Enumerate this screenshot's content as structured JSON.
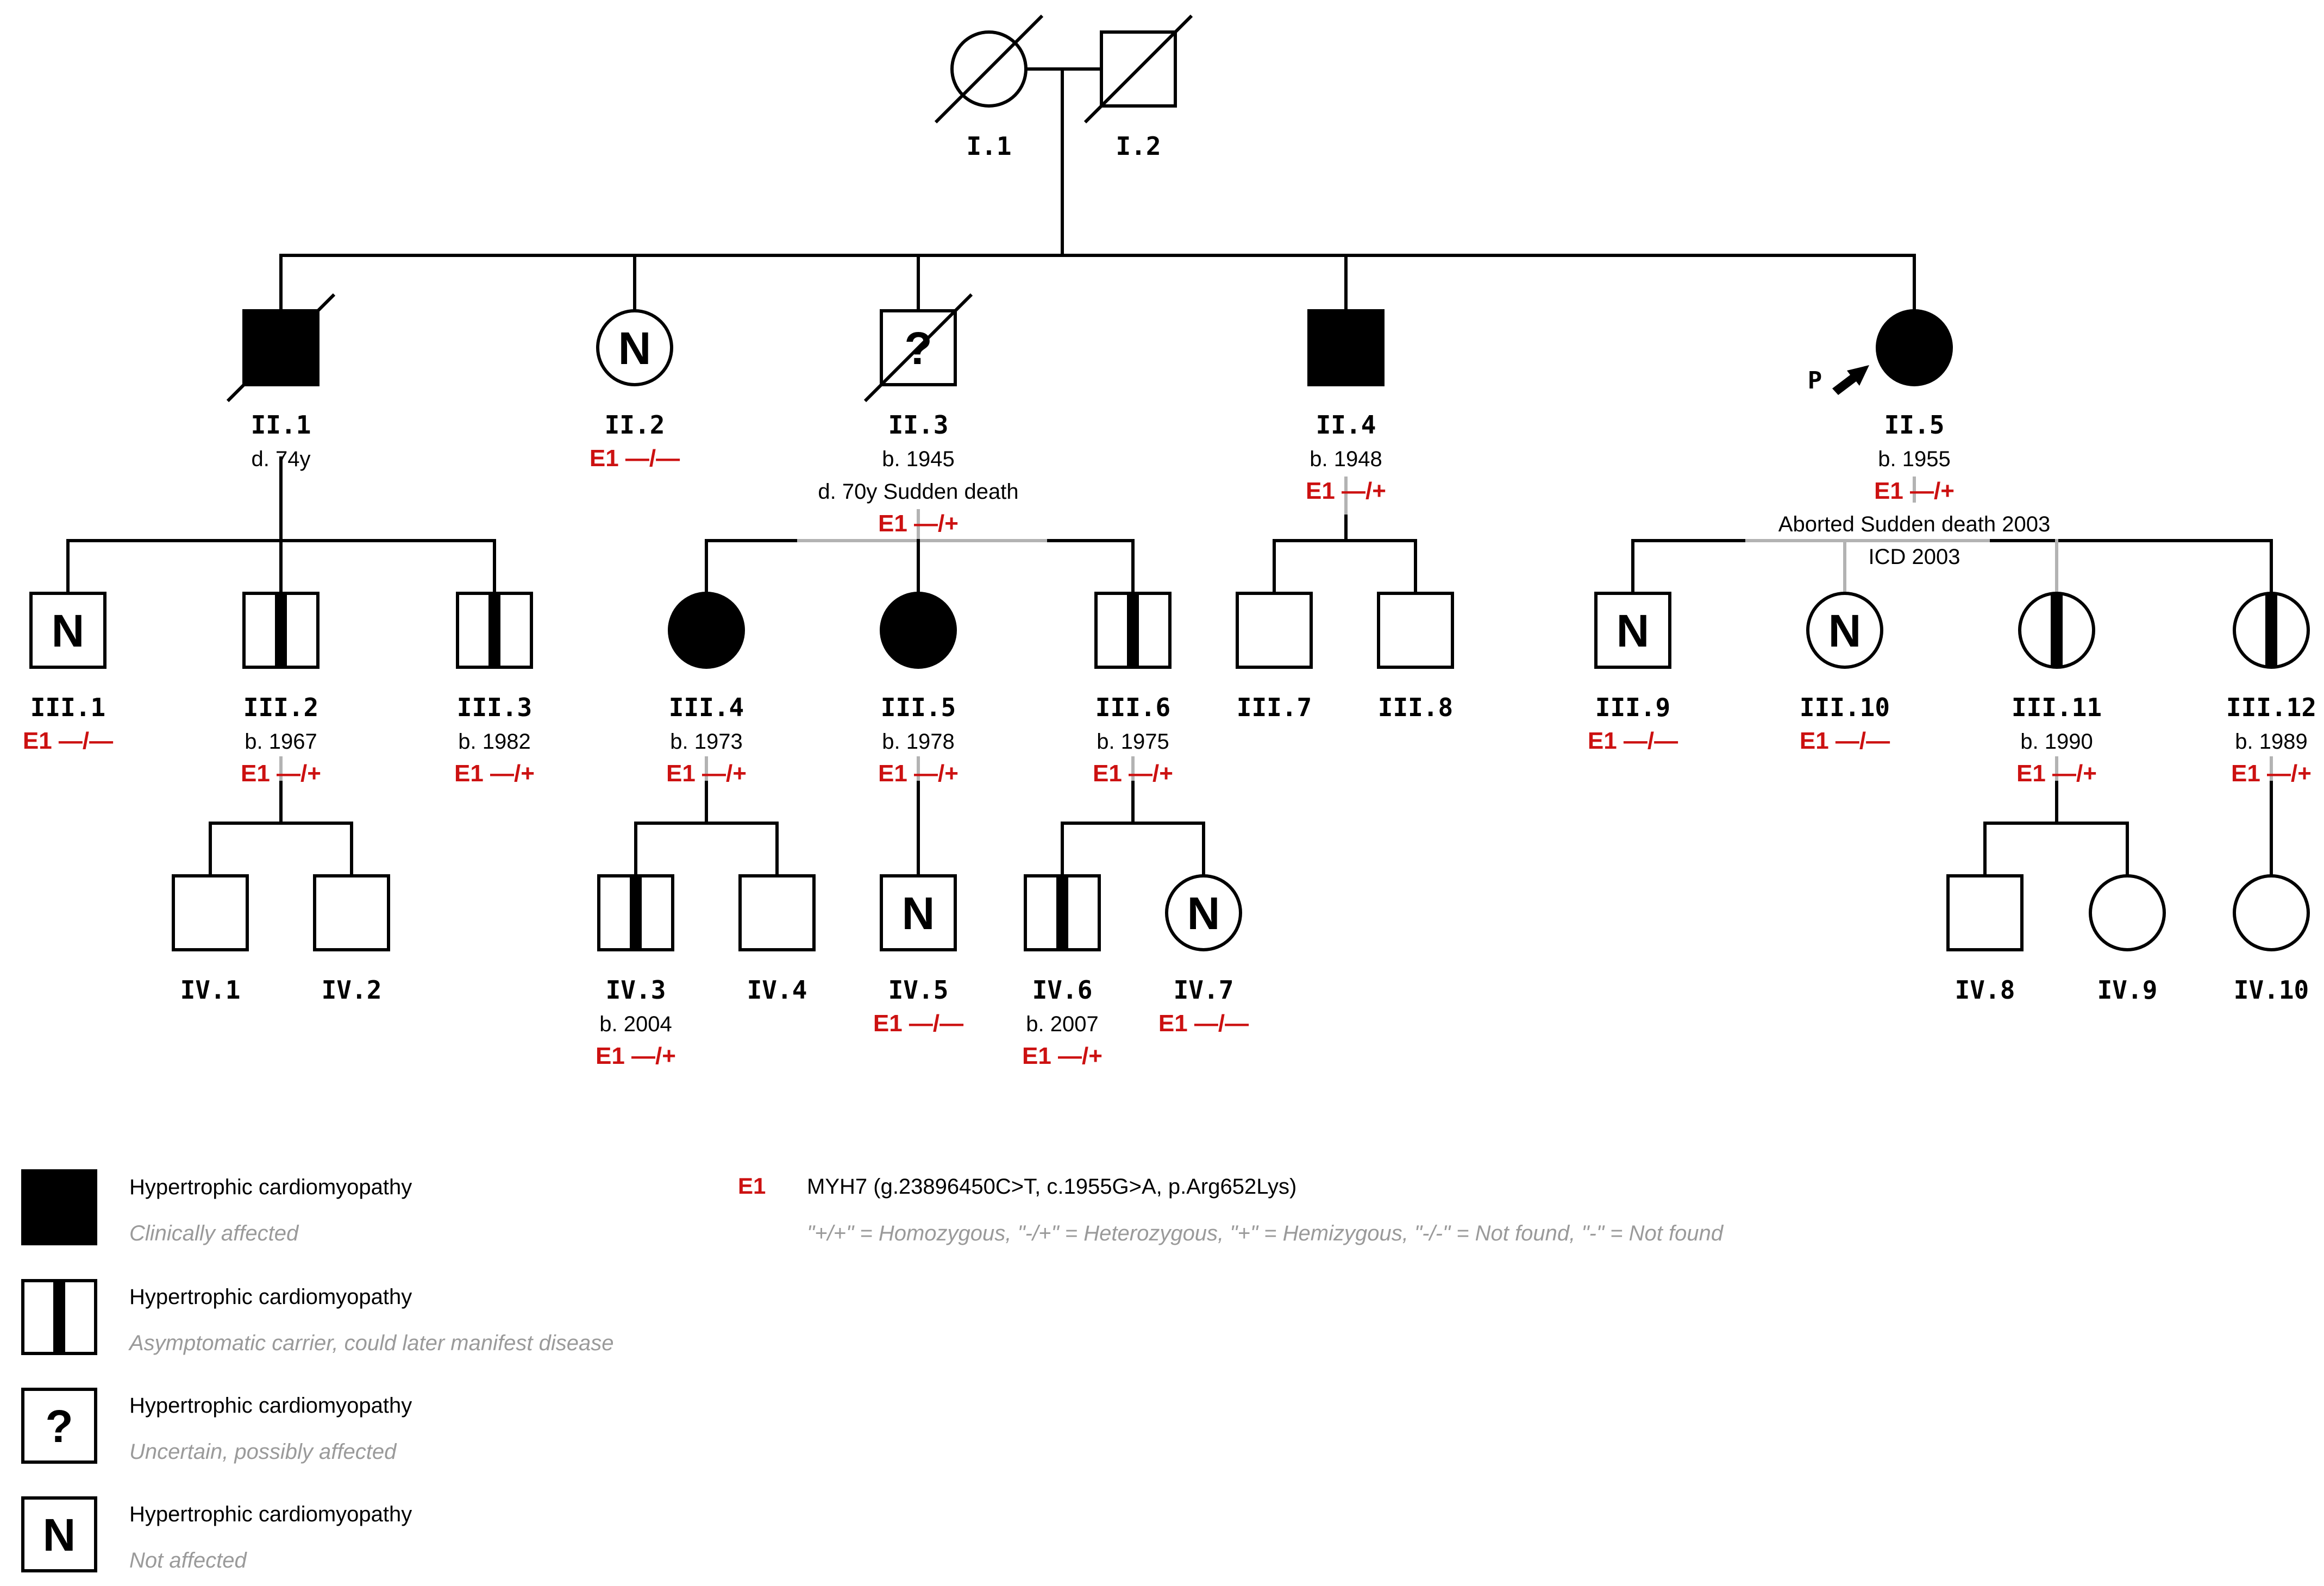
{
  "colors": {
    "line": "#000000",
    "affected_fill": "#000000",
    "genotype_red": "#cc1111",
    "gray_line": "#b3b3b3",
    "legend_note_gray": "#9a9a9a"
  },
  "individuals": [
    {
      "key": "I1",
      "id": "I.1",
      "sex": "female",
      "status": "unknown",
      "deceased": true,
      "details": [],
      "genotype": null
    },
    {
      "key": "I2",
      "id": "I.2",
      "sex": "male",
      "status": "unknown",
      "deceased": true,
      "details": [],
      "genotype": null
    },
    {
      "key": "II1",
      "id": "II.1",
      "sex": "male",
      "status": "affected",
      "deceased": true,
      "details": [
        "d. 74y"
      ],
      "genotype": null
    },
    {
      "key": "II2",
      "id": "II.2",
      "sex": "female",
      "status": "not-affected",
      "deceased": false,
      "details": [],
      "genotype": "E1 —/—"
    },
    {
      "key": "II3",
      "id": "II.3",
      "sex": "male",
      "status": "uncertain",
      "deceased": true,
      "details": [
        "b. 1945",
        "d. 70y Sudden death"
      ],
      "genotype": "E1 —/+"
    },
    {
      "key": "II4",
      "id": "II.4",
      "sex": "male",
      "status": "affected",
      "deceased": false,
      "details": [
        "b. 1948"
      ],
      "genotype": "E1 —/+"
    },
    {
      "key": "II5",
      "id": "II.5",
      "sex": "female",
      "status": "affected",
      "deceased": false,
      "proband": true,
      "details": [
        "b. 1955"
      ],
      "genotype": "E1 —/+",
      "extra_notes": [
        "Aborted Sudden death 2003",
        "ICD 2003"
      ]
    },
    {
      "key": "III1",
      "id": "III.1",
      "sex": "male",
      "status": "not-affected",
      "deceased": false,
      "details": [],
      "genotype": "E1 —/—"
    },
    {
      "key": "III2",
      "id": "III.2",
      "sex": "male",
      "status": "carrier",
      "deceased": false,
      "details": [
        "b. 1967"
      ],
      "genotype": "E1 —/+"
    },
    {
      "key": "III3",
      "id": "III.3",
      "sex": "male",
      "status": "carrier",
      "deceased": false,
      "details": [
        "b. 1982"
      ],
      "genotype": "E1 —/+"
    },
    {
      "key": "III4",
      "id": "III.4",
      "sex": "female",
      "status": "affected",
      "deceased": false,
      "details": [
        "b. 1973"
      ],
      "genotype": "E1 —/+"
    },
    {
      "key": "III5",
      "id": "III.5",
      "sex": "female",
      "status": "affected",
      "deceased": false,
      "details": [
        "b. 1978"
      ],
      "genotype": "E1 —/+"
    },
    {
      "key": "III6",
      "id": "III.6",
      "sex": "male",
      "status": "carrier",
      "deceased": false,
      "details": [
        "b. 1975"
      ],
      "genotype": "E1 —/+"
    },
    {
      "key": "III7",
      "id": "III.7",
      "sex": "male",
      "status": "unknown",
      "deceased": false,
      "details": [],
      "genotype": null
    },
    {
      "key": "III8",
      "id": "III.8",
      "sex": "male",
      "status": "unknown",
      "deceased": false,
      "details": [],
      "genotype": null
    },
    {
      "key": "III9",
      "id": "III.9",
      "sex": "male",
      "status": "not-affected",
      "deceased": false,
      "details": [],
      "genotype": "E1 —/—"
    },
    {
      "key": "III10",
      "id": "III.10",
      "sex": "female",
      "status": "not-affected",
      "deceased": false,
      "details": [],
      "genotype": "E1 —/—"
    },
    {
      "key": "III11",
      "id": "III.11",
      "sex": "female",
      "status": "carrier",
      "deceased": false,
      "details": [
        "b. 1990"
      ],
      "genotype": "E1 —/+"
    },
    {
      "key": "III12",
      "id": "III.12",
      "sex": "female",
      "status": "carrier",
      "deceased": false,
      "details": [
        "b. 1989"
      ],
      "genotype": "E1 —/+"
    },
    {
      "key": "IV1",
      "id": "IV.1",
      "sex": "male",
      "status": "unknown",
      "deceased": false,
      "details": [],
      "genotype": null
    },
    {
      "key": "IV2",
      "id": "IV.2",
      "sex": "male",
      "status": "unknown",
      "deceased": false,
      "details": [],
      "genotype": null
    },
    {
      "key": "IV3",
      "id": "IV.3",
      "sex": "male",
      "status": "carrier",
      "deceased": false,
      "details": [
        "b. 2004"
      ],
      "genotype": "E1 —/+"
    },
    {
      "key": "IV4",
      "id": "IV.4",
      "sex": "male",
      "status": "unknown",
      "deceased": false,
      "details": [],
      "genotype": null
    },
    {
      "key": "IV5",
      "id": "IV.5",
      "sex": "male",
      "status": "not-affected",
      "deceased": false,
      "details": [],
      "genotype": "E1 —/—"
    },
    {
      "key": "IV6",
      "id": "IV.6",
      "sex": "male",
      "status": "carrier",
      "deceased": false,
      "details": [
        "b. 2007"
      ],
      "genotype": "E1 —/+"
    },
    {
      "key": "IV7",
      "id": "IV.7",
      "sex": "female",
      "status": "not-affected",
      "deceased": false,
      "details": [],
      "genotype": "E1 —/—"
    },
    {
      "key": "IV8",
      "id": "IV.8",
      "sex": "male",
      "status": "unknown",
      "deceased": false,
      "details": [],
      "genotype": null
    },
    {
      "key": "IV9",
      "id": "IV.9",
      "sex": "female",
      "status": "unknown",
      "deceased": false,
      "details": [],
      "genotype": null
    },
    {
      "key": "IV10",
      "id": "IV.10",
      "sex": "female",
      "status": "unknown",
      "deceased": false,
      "details": [],
      "genotype": null
    }
  ],
  "proband_label": "P",
  "legend": {
    "items": [
      {
        "status": "affected",
        "symbol_text": "",
        "title": "Hypertrophic cardiomyopathy",
        "subtitle": "Clinically affected"
      },
      {
        "status": "carrier",
        "symbol_text": "",
        "title": "Hypertrophic cardiomyopathy",
        "subtitle": "Asymptomatic carrier, could later manifest disease"
      },
      {
        "status": "uncertain",
        "symbol_text": "?",
        "title": "Hypertrophic cardiomyopathy",
        "subtitle": "Uncertain, possibly affected"
      },
      {
        "status": "not-affected",
        "symbol_text": "N",
        "title": "Hypertrophic cardiomyopathy",
        "subtitle": "Not affected"
      }
    ],
    "variant": {
      "code": "E1",
      "description": "MYH7 (g.23896450C>T, c.1955G>A, p.Arg652Lys)",
      "note": "\"+/+\" = Homozygous, \"-/+\" = Heterozygous, \"+\" = Hemizygous, \"-/-\" = Not found, \"-\" = Not found"
    }
  }
}
